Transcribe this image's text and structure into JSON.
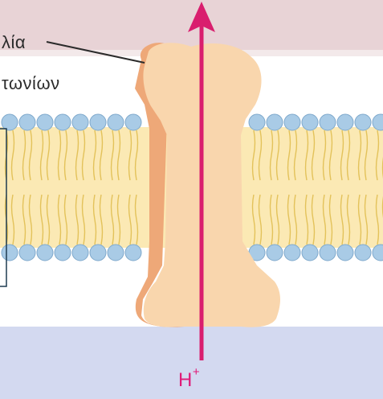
{
  "labels": {
    "protein_line1": "λία",
    "protein_line2": "τωνίων",
    "ion": "H",
    "ion_charge": "+"
  },
  "colors": {
    "outside_region": "#e8d3d6",
    "inside_region": "#d3d9f0",
    "lipid_head": "#a9cbe6",
    "lipid_tail": "#f4dc87",
    "protein_fill": "#f9d6ad",
    "protein_shadow": "#eea878",
    "arrow": "#d91e6e",
    "box_border": "#1d3b50"
  }
}
